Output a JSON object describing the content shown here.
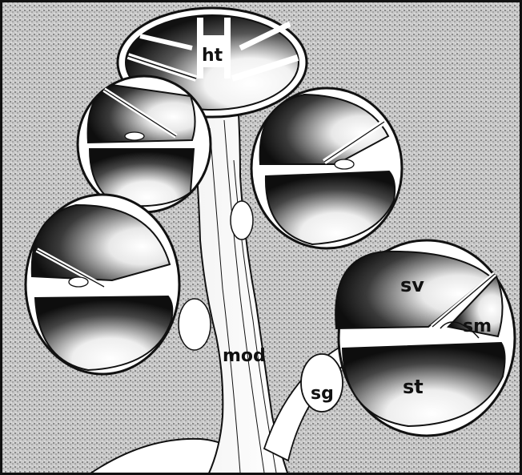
{
  "figure": {
    "labels": {
      "helicotrema": "ht",
      "modiolus": "mod",
      "spiral_ganglion": "sg",
      "scala_vestibuli": "sv",
      "scala_media": "sm",
      "scala_tympani": "st"
    }
  },
  "colors": {
    "frame": "#111111",
    "background_stipple": "#9a9a9a",
    "chamber_shadow": "#1a1a1a",
    "chamber_highlight": "#ffffff"
  }
}
